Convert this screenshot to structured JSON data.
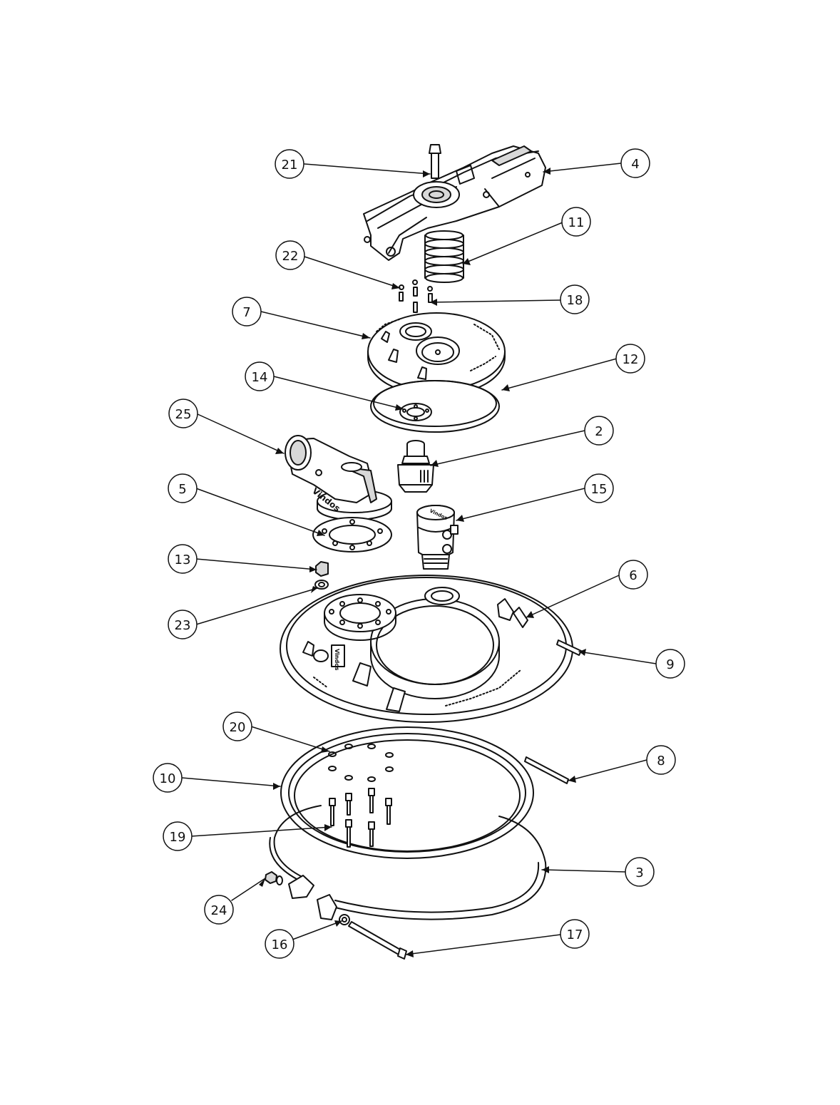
{
  "callouts": [
    {
      "id": "21",
      "label": "21"
    },
    {
      "id": "4",
      "label": "4"
    },
    {
      "id": "11",
      "label": "11"
    },
    {
      "id": "22",
      "label": "22"
    },
    {
      "id": "18",
      "label": "18"
    },
    {
      "id": "7",
      "label": "7"
    },
    {
      "id": "12",
      "label": "12"
    },
    {
      "id": "14",
      "label": "14"
    },
    {
      "id": "25",
      "label": "25"
    },
    {
      "id": "2",
      "label": "2"
    },
    {
      "id": "5",
      "label": "5"
    },
    {
      "id": "15",
      "label": "15"
    },
    {
      "id": "13",
      "label": "13"
    },
    {
      "id": "23",
      "label": "23"
    },
    {
      "id": "6",
      "label": "6"
    },
    {
      "id": "9",
      "label": "9"
    },
    {
      "id": "20",
      "label": "20"
    },
    {
      "id": "8",
      "label": "8"
    },
    {
      "id": "10",
      "label": "10"
    },
    {
      "id": "19",
      "label": "19"
    },
    {
      "id": "3",
      "label": "3"
    },
    {
      "id": "24",
      "label": "24"
    },
    {
      "id": "16",
      "label": "16"
    },
    {
      "id": "17",
      "label": "17"
    }
  ],
  "brand": {
    "logo_text": "Vindos"
  },
  "colors": {
    "line": "#111111",
    "fill": "#ffffff",
    "shade": "#d8d8d8"
  }
}
